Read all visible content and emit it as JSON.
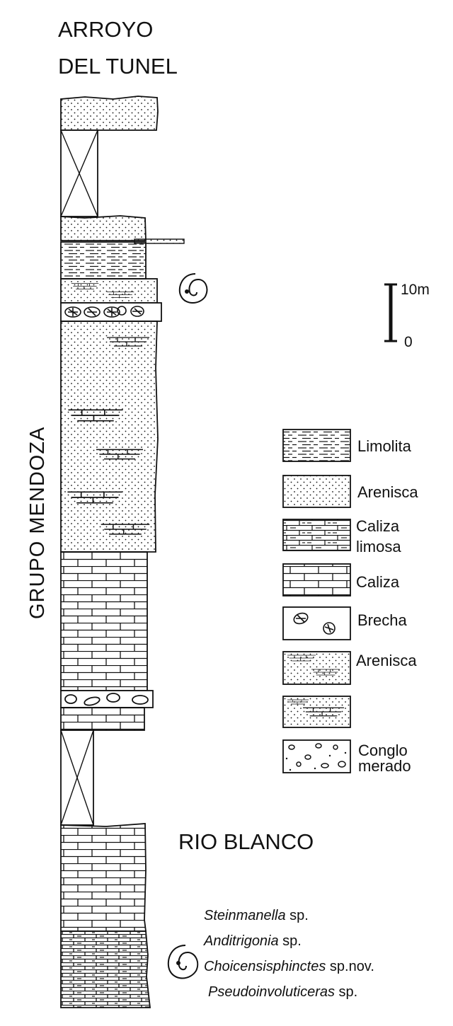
{
  "title": {
    "line1": "ARROYO",
    "line2": "DEL TUNEL"
  },
  "group_label": "GRUPO MENDOZA",
  "scale_bar": {
    "top_label": "10m",
    "bottom_label": "0"
  },
  "legend": [
    {
      "pattern": "limolita",
      "label_lines": [
        "Limolita"
      ]
    },
    {
      "pattern": "arenisca",
      "label_lines": [
        "Arenisca"
      ]
    },
    {
      "pattern": "caliza-limosa",
      "label_lines": [
        "Caliza",
        "limosa"
      ]
    },
    {
      "pattern": "caliza",
      "label_lines": [
        "Caliza"
      ]
    },
    {
      "pattern": "brecha",
      "label_lines": [
        "Brecha"
      ]
    },
    {
      "pattern": "arenisca-calcarea",
      "label_lines": [
        "Arenisca"
      ]
    },
    {
      "pattern": "arenisca-calcarea-2",
      "label_lines": []
    },
    {
      "pattern": "conglomerado",
      "label_lines": [
        "Conglo",
        "merado"
      ]
    }
  ],
  "location_label": "RIO BLANCO",
  "fossils": [
    {
      "name": "Steinmanella",
      "suffix": " sp."
    },
    {
      "name": "Anditrigonia",
      "suffix": " sp."
    },
    {
      "name": "Choicensisphinctes",
      "suffix": " sp.nov."
    },
    {
      "name": "Pseudoinvoluticeras",
      "suffix": " sp."
    }
  ],
  "icons": [
    "ammonite-icon"
  ],
  "colors": {
    "ink": "#111111",
    "paper": "#ffffff"
  }
}
